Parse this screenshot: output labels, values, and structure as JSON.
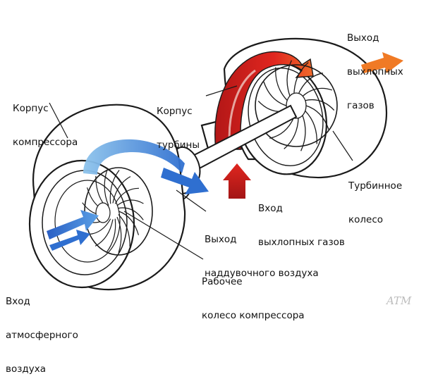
{
  "title": "",
  "labels": {
    "compressor_housing": [
      "Корпус",
      "компрессора"
    ],
    "turbine_housing": [
      "Корпус",
      "турбины"
    ],
    "exhaust_out": [
      "Выход",
      "выхлопных",
      "газов"
    ],
    "turbine_wheel": [
      "Турбинное",
      "колесо"
    ],
    "exhaust_in": [
      "Вход",
      "выхлопных газов"
    ],
    "boost_out": [
      "Выход",
      "наддувочного воздуха"
    ],
    "compressor_wheel": [
      "Рабочее",
      "колесо компрессора"
    ],
    "air_in": [
      "Вход",
      "атмосферного",
      "воздуха"
    ]
  },
  "watermark": "ATM",
  "colors": {
    "outline": "#1a1a1a",
    "cold_air": "#2f6fd0",
    "cold_air_light": "#8ec4ec",
    "hot_gas": "#e0261f",
    "hot_gas_dark": "#b31717",
    "exhaust_orange": "#f07a25"
  }
}
